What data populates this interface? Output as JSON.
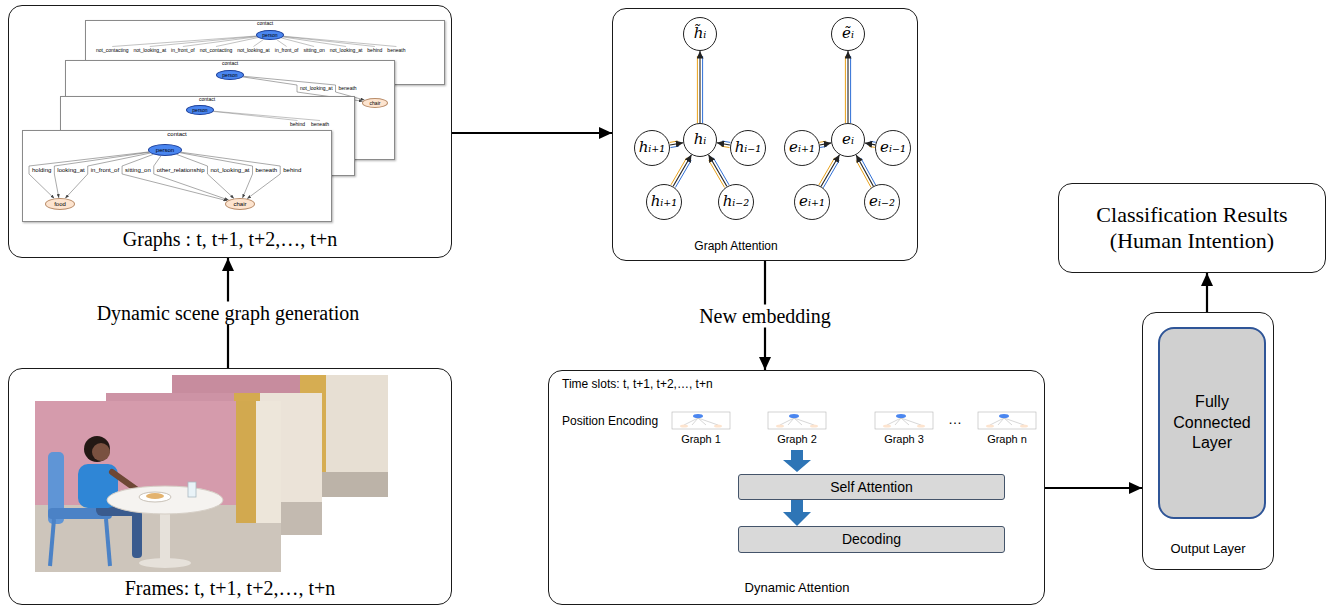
{
  "diagram": {
    "nodes": [
      {
        "text": [
          "Graphs : t, t+1, t+2,…, t+n"
        ]
      },
      {
        "text": [
          "contact"
        ],
        "in": 0
      },
      {
        "text": [
          "person"
        ],
        "in": 1
      },
      {
        "text": [
          "contact"
        ],
        "in": 0
      },
      {
        "text": [
          "person"
        ],
        "in": 3
      },
      {
        "text": [
          "chair"
        ],
        "in": 3
      },
      {
        "text": [
          "contact"
        ],
        "in": 0
      },
      {
        "text": [
          "person"
        ],
        "in": 6
      },
      {
        "text": [
          "contact"
        ],
        "in": 0
      },
      {
        "text": [
          "person"
        ],
        "in": 8
      },
      {
        "text": [
          "food"
        ],
        "in": 8
      },
      {
        "text": [
          "chair"
        ],
        "in": 8
      },
      {
        "text": [
          "Graph Attention"
        ]
      },
      {
        "text": [
          "h̃ᵢ"
        ],
        "in": 12
      },
      {
        "text": [
          "hᵢ₊₁"
        ],
        "in": 12
      },
      {
        "text": [
          "hᵢ"
        ],
        "in": 12
      },
      {
        "text": [
          "hᵢ₋₁"
        ],
        "in": 12
      },
      {
        "text": [
          "hᵢ₊₁"
        ],
        "in": 12
      },
      {
        "text": [
          "hᵢ₋₂"
        ],
        "in": 12
      },
      {
        "text": [
          "ẽᵢ"
        ],
        "in": 12
      },
      {
        "text": [
          "eᵢ₊₁"
        ],
        "in": 12
      },
      {
        "text": [
          "eᵢ"
        ],
        "in": 12
      },
      {
        "text": [
          "eᵢ₋₁"
        ],
        "in": 12
      },
      {
        "text": [
          "eᵢ₊₁"
        ],
        "in": 12
      },
      {
        "text": [
          "eᵢ₋₂"
        ],
        "in": 12
      },
      {
        "text": [
          "Classification Results (Human Intention)"
        ]
      },
      {
        "text": [
          "Time slots: t, t+1, t+2,…, t+n",
          "Position Encoding",
          "Dynamic Attention"
        ]
      },
      {
        "text": [
          "Self Attention"
        ],
        "in": 26
      },
      {
        "text": [
          "Decoding"
        ],
        "in": 26
      },
      {
        "text": [
          "Output Layer"
        ]
      },
      {
        "text": [
          "Fully Connected Layer"
        ],
        "in": 29
      },
      {
        "text": [
          "Frames: t, t+1, t+2,…, t+n"
        ]
      }
    ],
    "edges": [
      {
        "from": 31,
        "to": 0,
        "arrow": "to",
        "label": "Dynamic scene graph generation"
      },
      {
        "from": 0,
        "to": 12,
        "arrow": "to"
      },
      {
        "from": 12,
        "to": 26,
        "arrow": "to",
        "label": "New embedding"
      },
      {
        "from": 26,
        "to": 29,
        "arrow": "to"
      },
      {
        "from": 29,
        "to": 25,
        "arrow": "to"
      },
      {
        "from": 27,
        "to": 28,
        "arrow": "to"
      },
      {
        "from": 14,
        "to": 15,
        "arrow": "to"
      },
      {
        "from": 16,
        "to": 15,
        "arrow": "to"
      },
      {
        "from": 17,
        "to": 15,
        "arrow": "to"
      },
      {
        "from": 18,
        "to": 15,
        "arrow": "to"
      },
      {
        "from": 15,
        "to": 13,
        "arrow": "to"
      },
      {
        "from": 20,
        "to": 21,
        "arrow": "to"
      },
      {
        "from": 22,
        "to": 21,
        "arrow": "to"
      },
      {
        "from": 23,
        "to": 21,
        "arrow": "to"
      },
      {
        "from": 24,
        "to": 21,
        "arrow": "to"
      },
      {
        "from": 21,
        "to": 19,
        "arrow": "to"
      },
      {
        "from": 4,
        "to": 5,
        "arrow": "to",
        "label": "not_looking_at"
      },
      {
        "from": 4,
        "to": 5,
        "arrow": "to",
        "label": "beneath"
      },
      {
        "from": 9,
        "to": 10,
        "arrow": "to",
        "label": "holding"
      },
      {
        "from": 9,
        "to": 10,
        "arrow": "to",
        "label": "looking_at"
      },
      {
        "from": 9,
        "to": 10,
        "arrow": "to",
        "label": "in_front_of"
      },
      {
        "from": 9,
        "to": 11,
        "arrow": "to",
        "label": "sitting_on"
      },
      {
        "from": 9,
        "to": 11,
        "arrow": "to",
        "label": "other_relationship"
      },
      {
        "from": 9,
        "to": 11,
        "arrow": "to",
        "label": "not_looking_at"
      },
      {
        "from": 9,
        "to": 11,
        "arrow": "to",
        "label": "beneath"
      },
      {
        "from": 9,
        "to": 11,
        "arrow": "to",
        "label": "behind"
      }
    ],
    "labels": [
      "not_contacting",
      "not_looking_at",
      "in_front_of",
      "not_contacting",
      "not_looking_at",
      "in_front_of",
      "sitting_on",
      "not_looking_at",
      "behind",
      "beneath",
      "behind",
      "beneath",
      "Graph 1",
      "Graph 2",
      "Graph 3",
      "…",
      "Graph n"
    ]
  }
}
